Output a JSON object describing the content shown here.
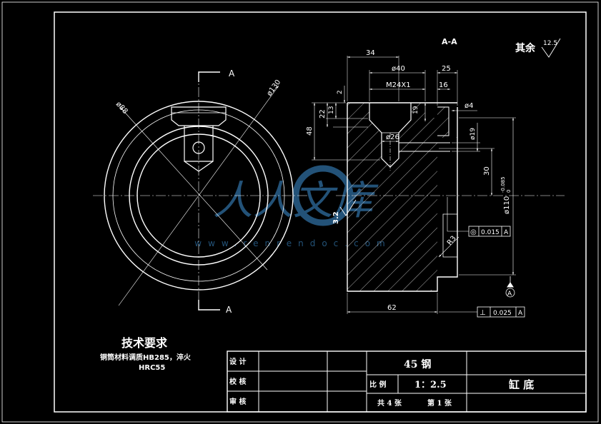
{
  "section": {
    "label": "A-A",
    "cut_mark": "A"
  },
  "surface_note": {
    "label": "其余",
    "roughness": "12.5"
  },
  "local_roughness": "3.2",
  "dims": {
    "d130": "ø130",
    "d88": "ø88",
    "d40": "ø40",
    "thread": "M24X1",
    "d26": "ø26",
    "d4": "ø4",
    "d19": "ø19",
    "d110": "ø110",
    "tol_upper": "-0.085",
    "tol_lower": "0",
    "l34": "34",
    "l25": "25",
    "l16": "16",
    "l19": "19",
    "l2": "2",
    "l13": "13",
    "l22": "22",
    "l48": "48",
    "l30": "30",
    "l62": "62",
    "r3": "R3"
  },
  "tolerances": {
    "concentricity_symbol": "◎",
    "concentricity_value": "0.015",
    "concentricity_datum": "A",
    "perp_symbol": "⊥",
    "perp_value": "0.025",
    "perp_datum": "A",
    "datum_label": "A"
  },
  "tech": {
    "title": "技术要求",
    "line1": "铜筒材料调质HB285，淬火",
    "line2": "HRC55"
  },
  "title_block": {
    "design": "设 计",
    "check": "校 核",
    "review": "审 核",
    "material": "45 钢",
    "scale_label": "比 例",
    "scale_value": "1：2.5",
    "sheets_total": "共 4 张",
    "sheet_no": "第 1 张",
    "part_name": "缸  底"
  },
  "watermark": {
    "text": "人人文库",
    "url": "www.renrendoc.com"
  }
}
